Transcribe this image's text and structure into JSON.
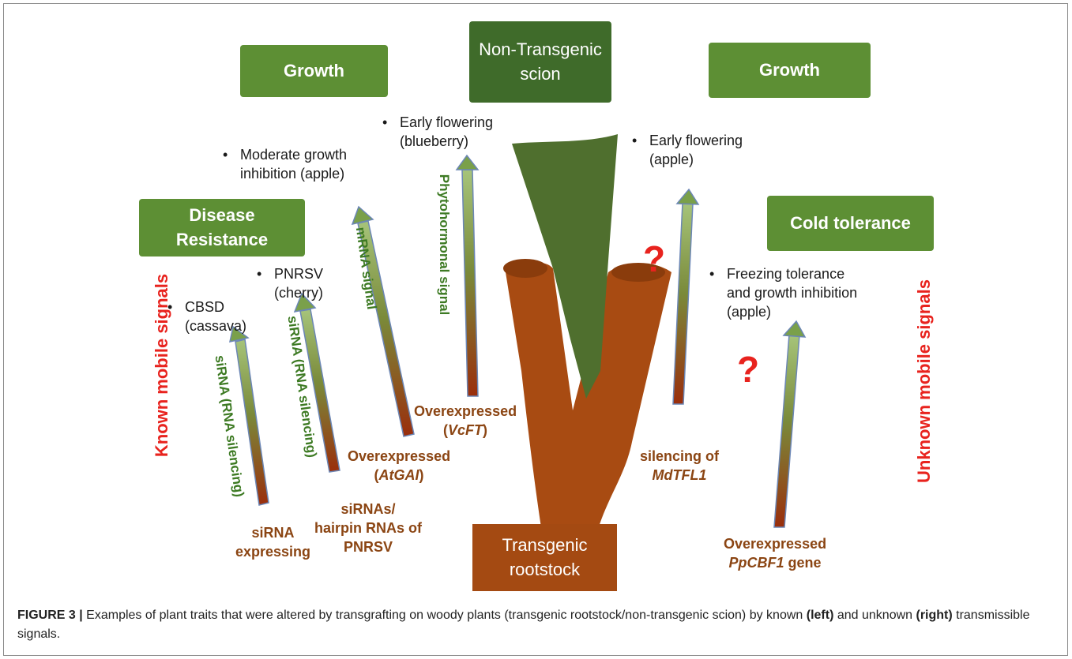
{
  "boxes": {
    "scion": "Non-Transgenic\nscion",
    "growth_left": "Growth",
    "growth_right": "Growth",
    "disease": "Disease\nResistance",
    "cold": "Cold tolerance",
    "rootstock": "Transgenic\nrootstock"
  },
  "side_labels": {
    "left": "Known mobile signals",
    "right": "Unknown mobile signals"
  },
  "traits": {
    "early_flowering_blueberry": [
      "Early flowering",
      "(blueberry)"
    ],
    "moderate_growth": [
      "Moderate growth",
      "inhibition (apple)"
    ],
    "early_flowering_apple": [
      "Early flowering",
      "(apple)"
    ],
    "pnrsv": [
      "PNRSV",
      "(cherry)"
    ],
    "cbsd": [
      "CBSD",
      "(cassava)"
    ],
    "freezing": [
      "Freezing tolerance",
      "and growth inhibition",
      "(apple)"
    ],
    "bullet": "•"
  },
  "signals": {
    "sirna1": "siRNA (RNA silencing)",
    "sirna2": "siRNA (RNA silencing)",
    "mrna": "mRNA signal",
    "phyto": "Phytohormonal signal"
  },
  "sources": {
    "sirna_expressing": [
      "siRNA",
      "expressing"
    ],
    "hairpin": [
      "siRNAs/",
      "hairpin RNAs of",
      "PNRSV"
    ],
    "atgai_prefix": "Overexpressed",
    "atgai_gene": "AtGAI",
    "vcft_prefix": "Overexpressed",
    "vcft_gene": "VcFT",
    "mdtfl1_prefix": "silencing of",
    "mdtfl1_gene": "MdTFL1",
    "ppcbf1_prefix": "Overexpressed",
    "ppcbf1_gene": "PpCBF1",
    "ppcbf1_suffix": " gene"
  },
  "question_mark": "?",
  "caption": {
    "label": "FIGURE 3 |",
    "part1": " Examples of plant traits that were altered by transgrafting on woody plants (transgenic rootstock/non-transgenic scion) by known ",
    "left": "(left)",
    "part2": " and unknown ",
    "right": "(right)",
    "part3": " transmissible signals."
  }
}
